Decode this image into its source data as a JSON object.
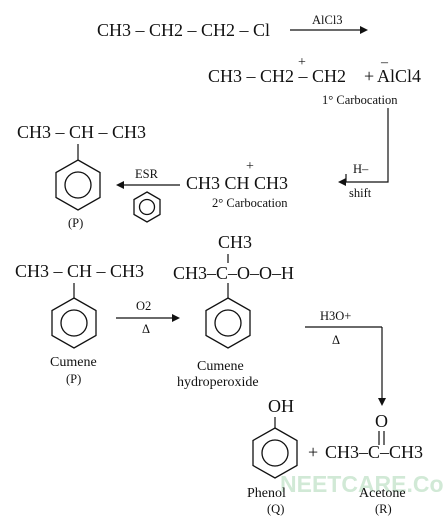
{
  "step1": {
    "reactant": "CH3 – CH2 – CH2 – Cl",
    "reagent": "AlCl3",
    "primary_cation": "CH3 – CH2 – CH2",
    "counter_ion": "AlCl4",
    "plus_sign": "+",
    "minus_sign": "–",
    "primary_label": "1° Carbocation"
  },
  "step2": {
    "isopropylbenzene": "CH3 – CH – CH3",
    "product_label": "(P)",
    "esr_label": "ESR",
    "secondary_cation": "CH3 CH CH3",
    "secondary_label": "2° Carbocation",
    "shift_reagent": "H–",
    "shift_label": "shift"
  },
  "step3": {
    "cumene_sidechain": "CH3 – CH – CH3",
    "cumene_name": "Cumene",
    "cumene_code": "(P)",
    "oxidant": "O2",
    "heat": "Δ",
    "hydroperoxide_methyl": "CH3",
    "hydroperoxide_chain": "CH3–C–O–O–H",
    "hydroperoxide_name_1": "Cumene",
    "hydroperoxide_name_2": "hydroperoxide",
    "acid_reagent": "H3O+",
    "acid_heat": "Δ"
  },
  "products": {
    "phenol_group": "OH",
    "phenol_name": "Phenol",
    "phenol_code": "(Q)",
    "plus": "+",
    "acetone_formula": "CH3–C–CH3",
    "acetone_oxygen": "O",
    "acetone_name": "Acetone",
    "acetone_code": "(R)"
  },
  "watermark": "NEETCARE.Com"
}
